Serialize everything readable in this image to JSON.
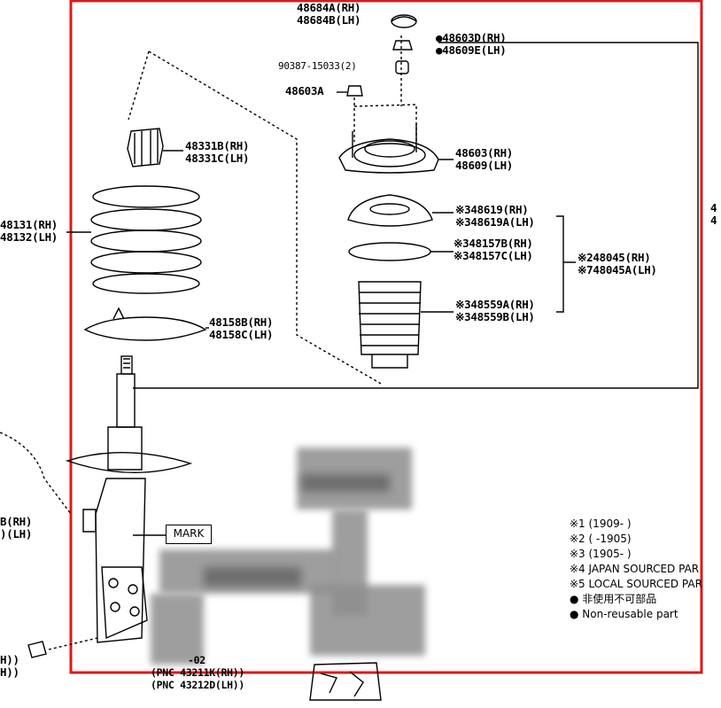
{
  "colors": {
    "highlight_frame": "#e01818",
    "line": "#000000"
  },
  "labels": {
    "p48684": [
      "48684A(RH)",
      "48684B(LH)"
    ],
    "p48603d": [
      "●48603D(RH)",
      "●48609E(LH)"
    ],
    "p90387": "90387-15033(2)",
    "p48603a": "48603A",
    "p48331": [
      "48331B(RH)",
      "48331C(LH)"
    ],
    "p48603": [
      "48603(RH)",
      "48609(LH)"
    ],
    "p48131": [
      "48131(RH)",
      "48132(LH)"
    ],
    "p48619": [
      "※348619(RH)",
      "※348619A(LH)"
    ],
    "p48157": [
      "※348157B(RH)",
      "※348157C(LH)"
    ],
    "p48045": [
      "※248045(RH)",
      "※748045A(LH)"
    ],
    "p48559": [
      "※348559A(RH)",
      "※348559B(LH)"
    ],
    "p48158": [
      "48158B(RH)",
      "48158C(LH)"
    ],
    "right_edge": [
      "4",
      "4"
    ],
    "left_edge": [
      "B(RH)",
      ")(LH)"
    ],
    "bottom_left": [
      "H))",
      "H))"
    ],
    "mark": "MARK",
    "bottom_pnc": [
      "-02",
      "(PNC 43211K(RH))",
      "(PNC 43212D(LH))"
    ]
  },
  "legend": [
    "※1 (1909-    )",
    "※2 (      -1905)",
    "※3 (1905-    )",
    "※4 JAPAN SOURCED PAR",
    "※5 LOCAL SOURCED PAR",
    "● 非使用不可部品",
    "● Non-reusable part"
  ]
}
